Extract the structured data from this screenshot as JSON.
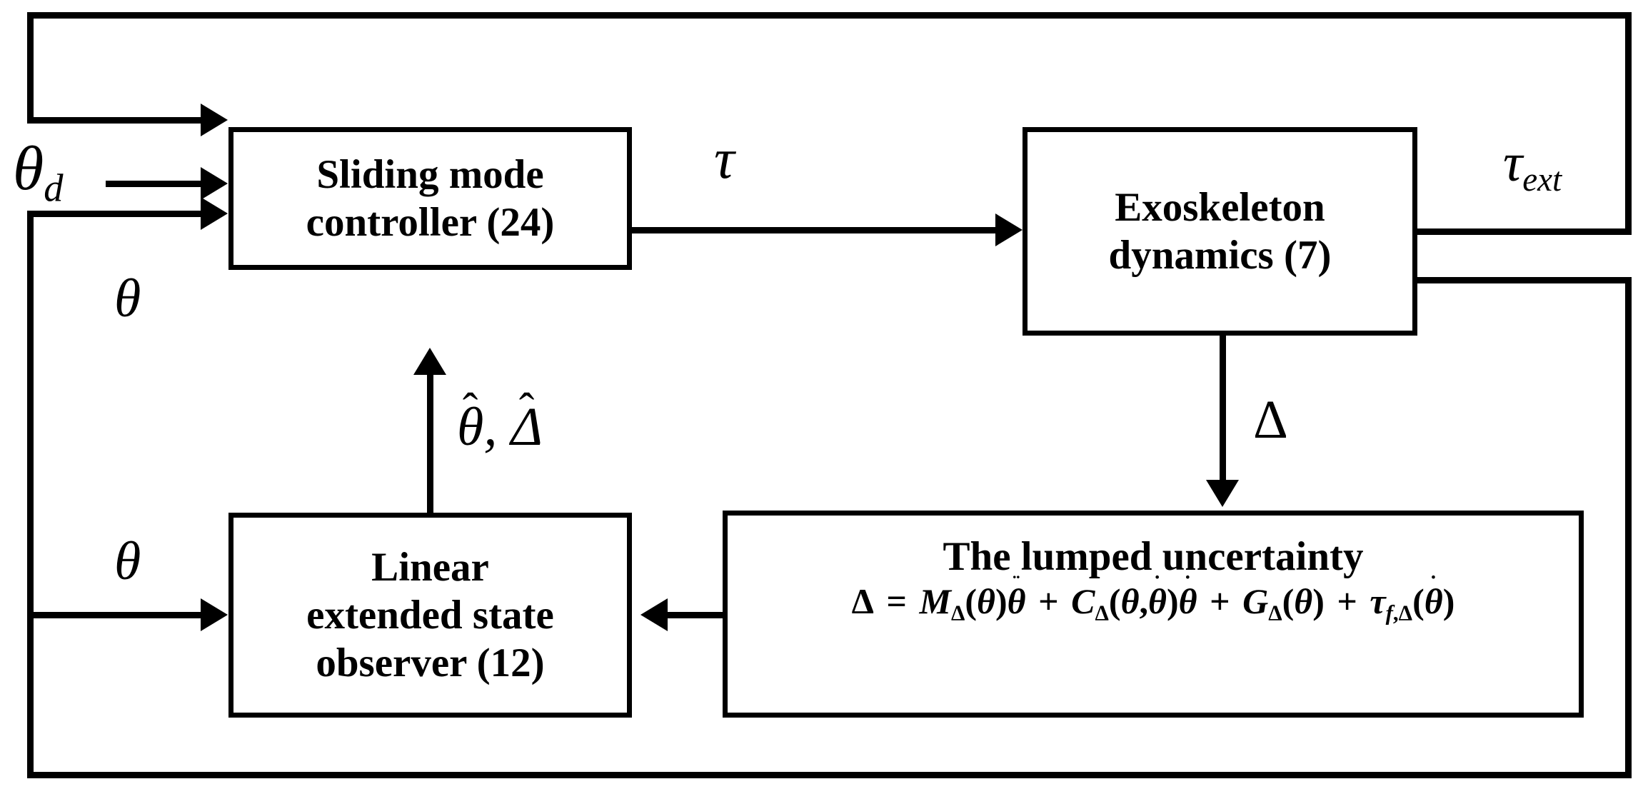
{
  "diagram": {
    "title": "Sliding mode control block diagram with linear extended state observer",
    "background_color": "#ffffff",
    "line_color": "#000000"
  },
  "blocks": {
    "sliding_mode_controller": {
      "line1": "Sliding mode",
      "line2": "controller (24)"
    },
    "exoskeleton_dynamics": {
      "line1": "Exoskeleton",
      "line2": "dynamics (7)"
    },
    "linear_extended_state_observer": {
      "line1": "Linear",
      "line2": "extended state",
      "line3": "observer (12)"
    },
    "lumped_uncertainty": {
      "title": "The lumped uncertainty",
      "equation_plain": "Δ = MΔ(θ)θ̈ + CΔ(θ,θ̇)θ̇ + GΔ(θ) + τf,Δ(θ̇)",
      "equation_parts": {
        "lhs": "Δ",
        "equals": "=",
        "term1": "MΔ(θ)θ̈",
        "term2": "CΔ(θ,θ̇)θ̇",
        "term3": "GΔ(θ)",
        "term4": "τf,Δ(θ̇)"
      }
    }
  },
  "signals": {
    "theta_d": {
      "symbol": "θ",
      "subscript": "d",
      "label": "θd"
    },
    "tau": {
      "symbol": "τ",
      "label": "τ"
    },
    "tau_ext": {
      "symbol": "τ",
      "subscript": "ext",
      "label": "τext"
    },
    "theta_feedback_upper": {
      "symbol": "θ",
      "label": "θ"
    },
    "theta_feedback_lower": {
      "symbol": "θ",
      "label": "θ"
    },
    "delta": {
      "symbol": "Δ",
      "label": "Δ"
    },
    "estimates": {
      "theta_hat": "θ̂",
      "delta_hat": "Δ̂",
      "separator": ",",
      "label": "θ̂, Δ̂"
    }
  }
}
